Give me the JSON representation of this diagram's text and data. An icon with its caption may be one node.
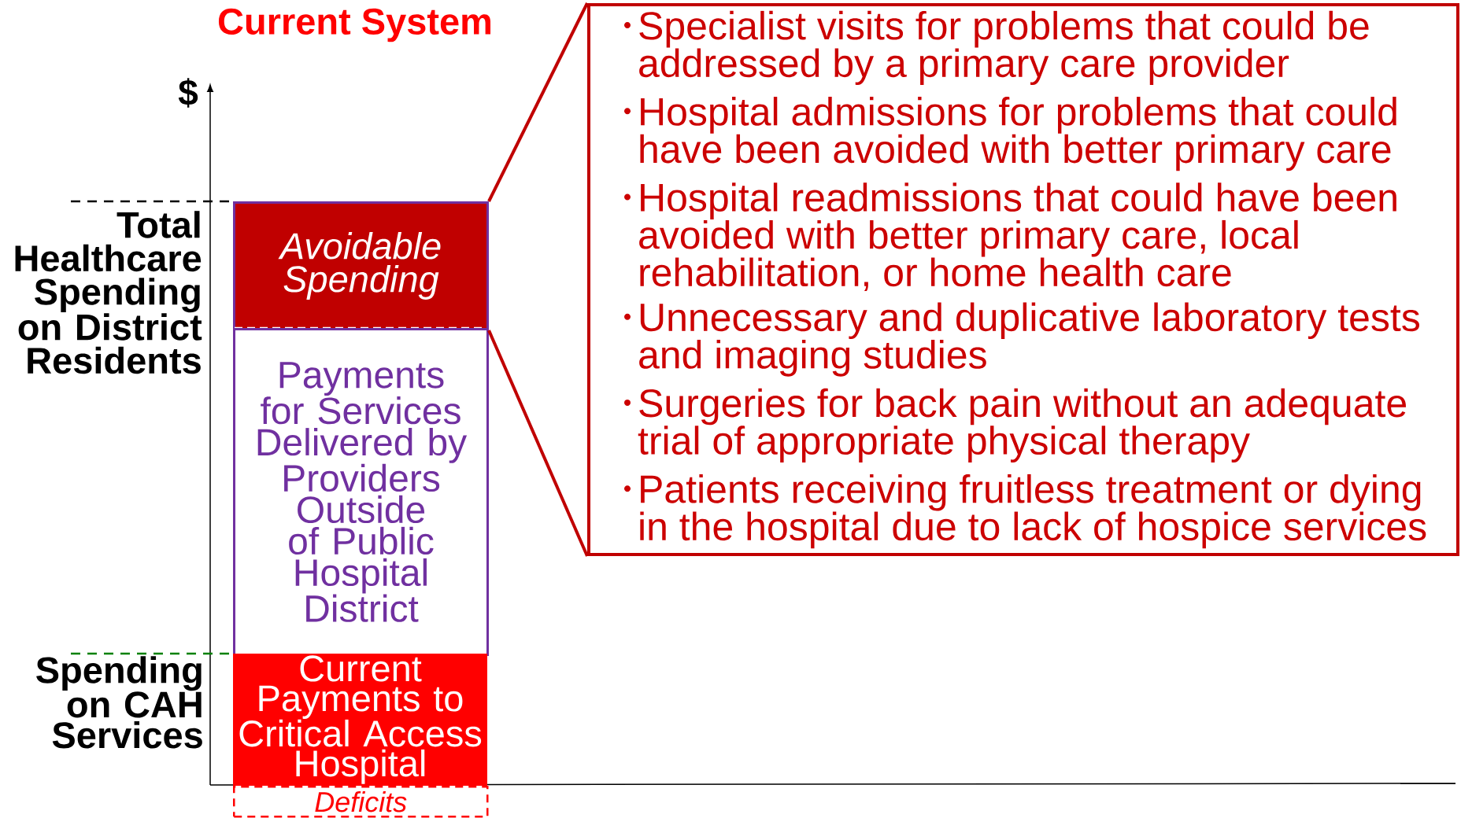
{
  "diagram": {
    "title": "Current System",
    "nodes": [
      {
        "text": [
          "Avoidable Spending"
        ]
      },
      {
        "text": [
          "Payments for Services Delivered by Providers Outside of Public Hospital District"
        ]
      },
      {
        "text": [
          "Current Payments to Critical Access Hospital"
        ]
      },
      {
        "text": [
          "Deficits"
        ]
      },
      {
        "text": [
          "Specialist visits for problems that could be addressed by a primary care provider",
          "Hospital admissions for problems that could have been avoided with better primary care",
          "Hospital readmissions that could have been avoided with better primary care, local rehabilitation, or home health care",
          "Unnecessary and duplicative laboratory tests and imaging studies",
          "Surgeries for back pain without an adequate trial of appropriate physical therapy",
          "Patients receiving fruitless treatment or dying in the hospital due to lack of hospice services"
        ]
      }
    ],
    "edges": [
      {
        "from": 0,
        "to": 4,
        "arrow": "none"
      },
      {
        "from": 0,
        "to": 4,
        "arrow": "none"
      }
    ],
    "labels": [
      "$",
      "Total Healthcare Spending on District Residents",
      "Spending on CAH Services"
    ]
  }
}
